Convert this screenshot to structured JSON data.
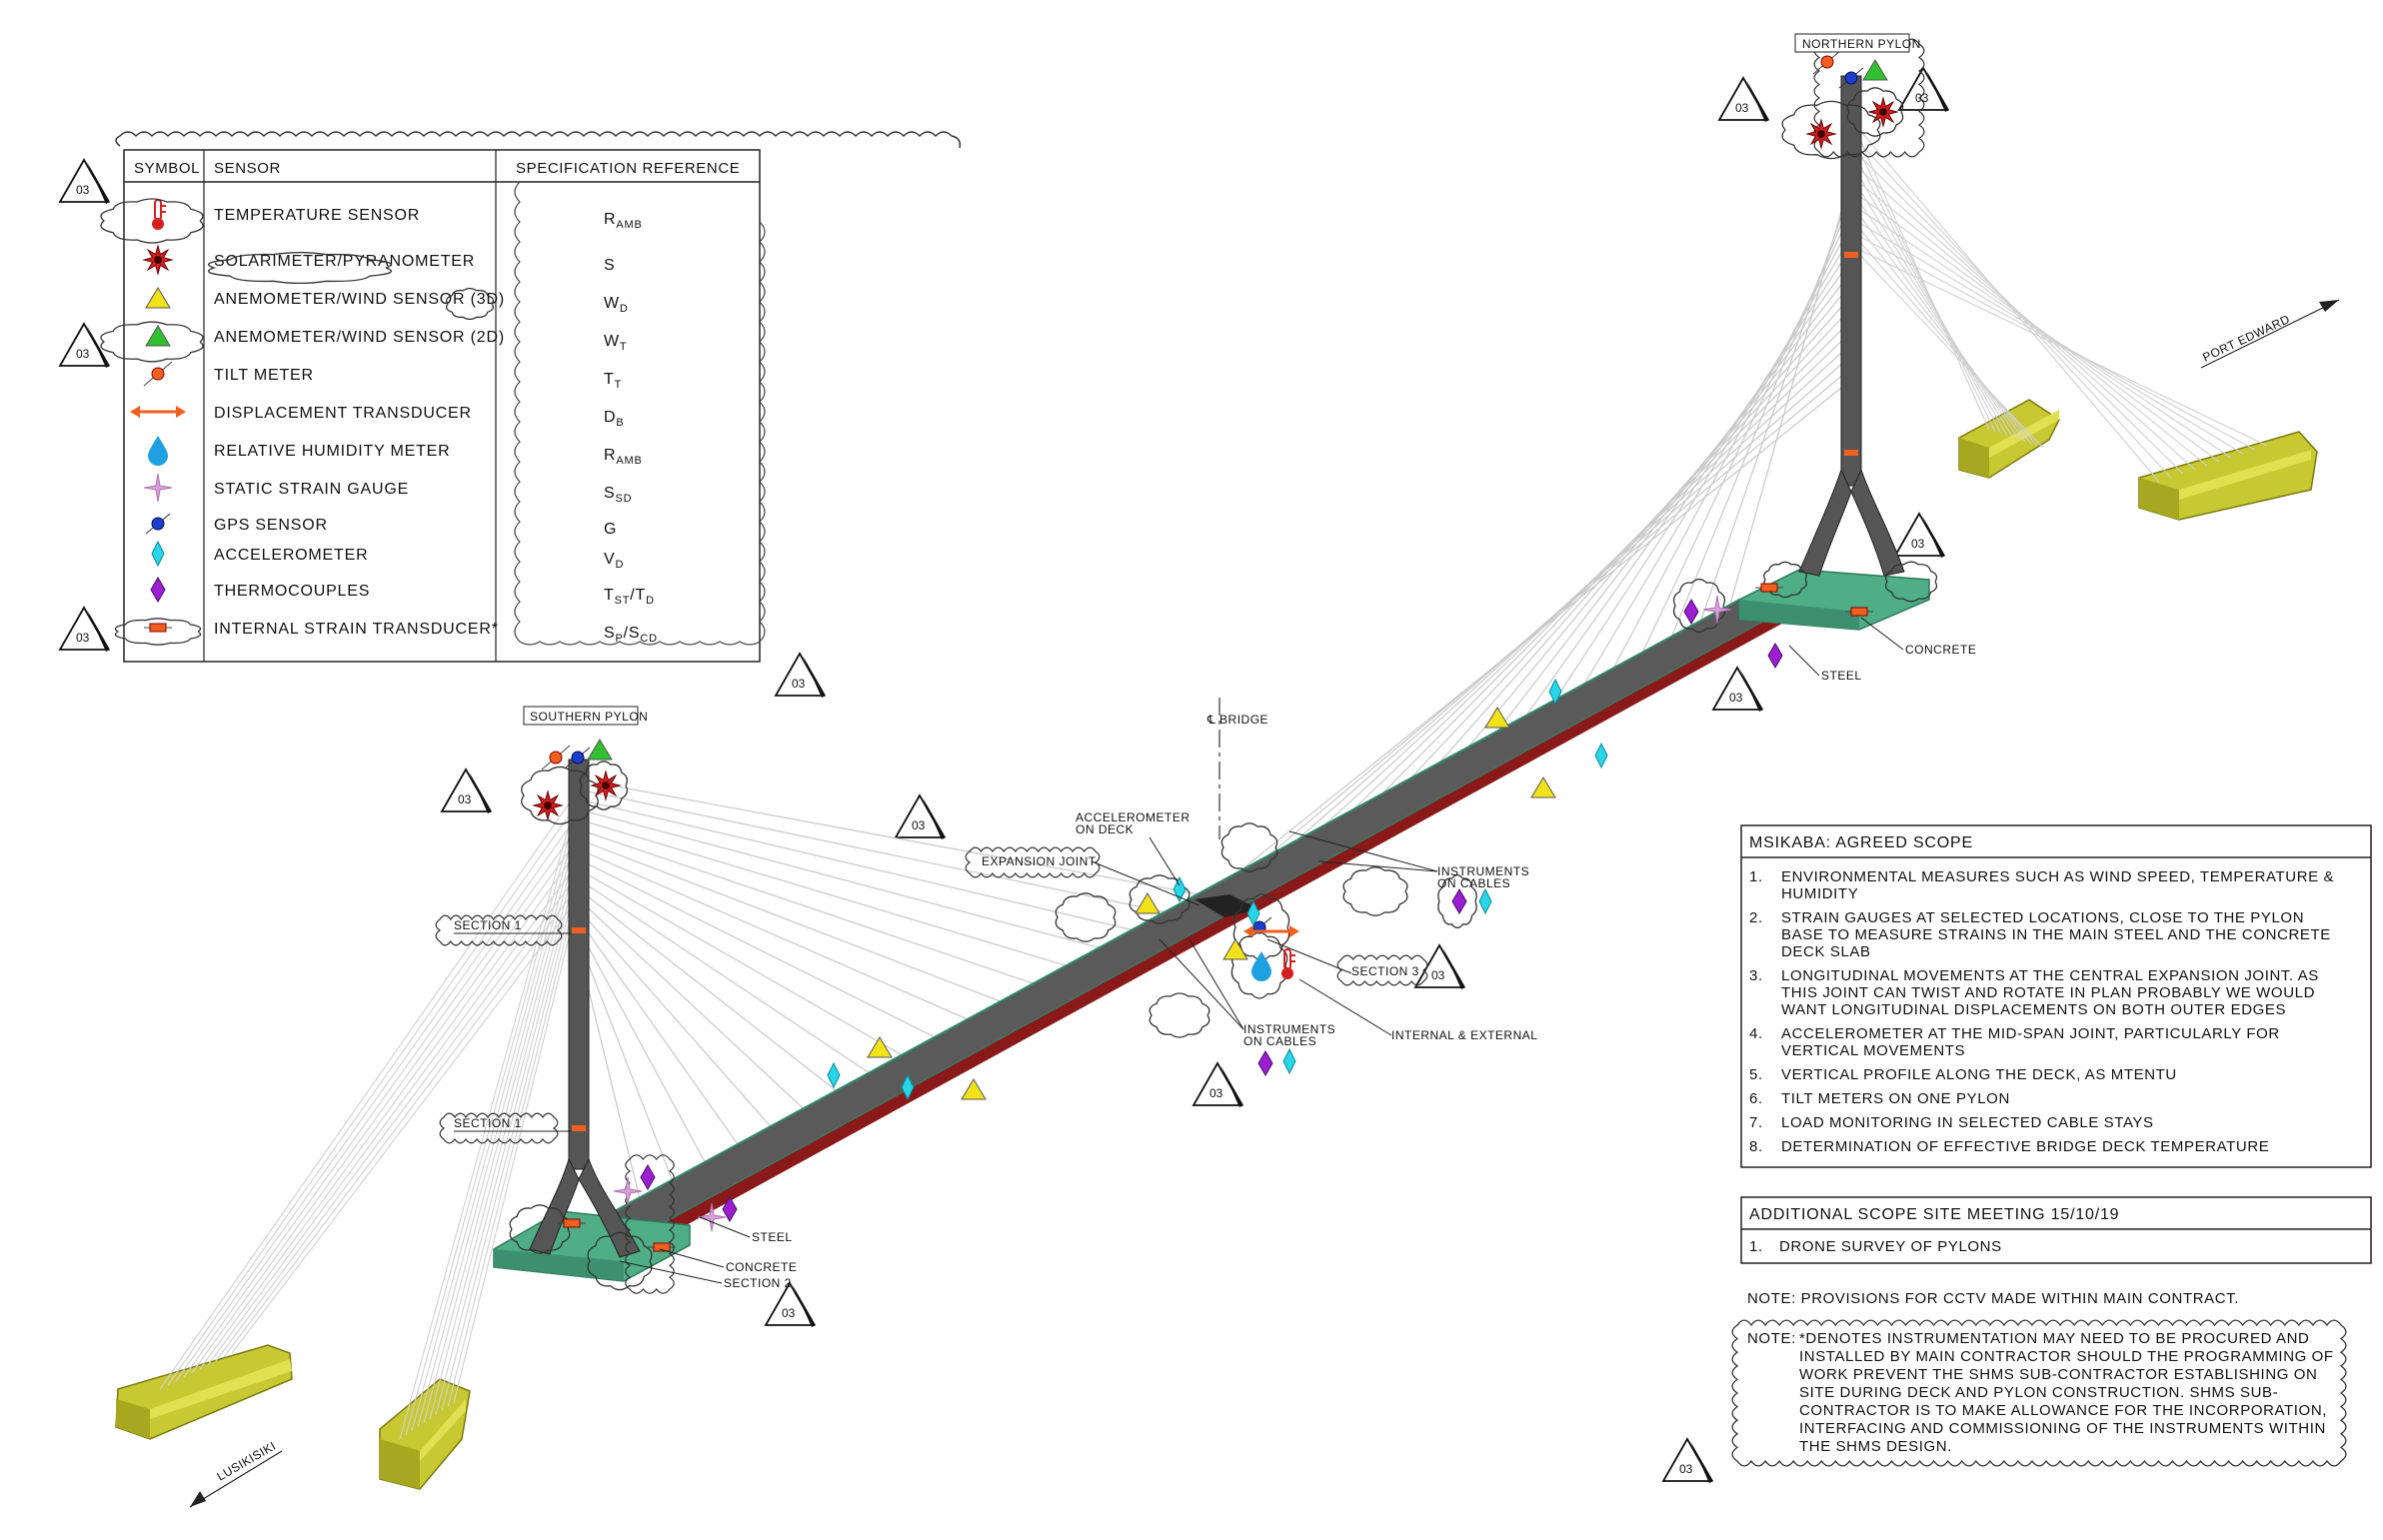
{
  "legend": {
    "headers": {
      "symbol": "SYMBOL",
      "sensor": "SENSOR",
      "spec": "SPECIFICATION REFERENCE"
    },
    "rows": [
      {
        "icon": "temperature-icon",
        "sensor": "TEMPERATURE SENSOR",
        "spec": "R",
        "sub": "AMB"
      },
      {
        "icon": "solarimeter-icon",
        "sensor": "SOLARIMETER/PYRANOMETER",
        "spec": "S",
        "sub": ""
      },
      {
        "icon": "anemometer-3d-icon",
        "sensor": "ANEMOMETER/WIND SENSOR (3D)",
        "spec": "W",
        "sub": "D"
      },
      {
        "icon": "anemometer-2d-icon",
        "sensor": "ANEMOMETER/WIND SENSOR (2D)",
        "spec": "W",
        "sub": "T"
      },
      {
        "icon": "tilt-meter-icon",
        "sensor": "TILT METER",
        "spec": "T",
        "sub": "T"
      },
      {
        "icon": "displacement-icon",
        "sensor": "DISPLACEMENT TRANSDUCER",
        "spec": "D",
        "sub": "B"
      },
      {
        "icon": "humidity-icon",
        "sensor": "RELATIVE HUMIDITY METER",
        "spec": "R",
        "sub": "AMB"
      },
      {
        "icon": "strain-gauge-icon",
        "sensor": "STATIC STRAIN GAUGE",
        "spec": "S",
        "sub": "SD"
      },
      {
        "icon": "gps-icon",
        "sensor": "GPS SENSOR",
        "spec": "G",
        "sub": ""
      },
      {
        "icon": "accelerometer-icon",
        "sensor": "ACCELEROMETER",
        "spec": "V",
        "sub": "D"
      },
      {
        "icon": "thermocouple-icon",
        "sensor": "THERMOCOUPLES",
        "spec": "T",
        "sub": "ST",
        "spec2": "/T",
        "sub2": "D"
      },
      {
        "icon": "internal-strain-icon",
        "sensor": "INTERNAL STRAIN TRANSDUCER*",
        "spec": "S",
        "sub": "P",
        "spec2": "/S",
        "sub2": "CD"
      }
    ]
  },
  "revision_tag": "03",
  "labels": {
    "northern_pylon": "NORTHERN PYLON",
    "southern_pylon": "SOUTHERN PYLON",
    "port_edward": "PORT EDWARD",
    "lusikisiki": "LUSIKISIKI",
    "bridge_cl": "℄ BRIDGE",
    "accel_on_deck_1": "ACCELEROMETER",
    "accel_on_deck_2": "ON DECK",
    "expansion_joint": "EXPANSION JOINT",
    "instruments_cables_1a": "INSTRUMENTS",
    "instruments_cables_1b": "ON CABLES",
    "instruments_cables_2a": "INSTRUMENTS",
    "instruments_cables_2b": "ON CABLES",
    "section_3": "SECTION 3",
    "internal_external": "INTERNAL & EXTERNAL",
    "section_1a": "SECTION 1",
    "section_1b": "SECTION 1",
    "steel_south": "STEEL",
    "concrete_south": "CONCRETE",
    "section_2": "SECTION 2",
    "steel_north": "STEEL",
    "concrete_north": "CONCRETE"
  },
  "scope": {
    "title": "MSIKABA: AGREED SCOPE",
    "items": [
      {
        "n": "1.",
        "lines": [
          "ENVIRONMENTAL MEASURES SUCH AS WIND SPEED, TEMPERATURE &",
          "HUMIDITY"
        ]
      },
      {
        "n": "2.",
        "lines": [
          "STRAIN GAUGES AT SELECTED LOCATIONS, CLOSE TO THE PYLON",
          "BASE TO MEASURE STRAINS IN THE MAIN STEEL AND THE CONCRETE",
          "DECK SLAB"
        ]
      },
      {
        "n": "3.",
        "lines": [
          "LONGITUDINAL MOVEMENTS AT THE CENTRAL EXPANSION JOINT. AS",
          "THIS JOINT CAN TWIST AND ROTATE IN PLAN PROBABLY WE WOULD",
          "WANT LONGITUDINAL DISPLACEMENTS ON BOTH OUTER EDGES"
        ]
      },
      {
        "n": "4.",
        "lines": [
          "ACCELEROMETER AT THE MID-SPAN JOINT, PARTICULARLY FOR",
          "VERTICAL MOVEMENTS"
        ]
      },
      {
        "n": "5.",
        "lines": [
          "VERTICAL PROFILE ALONG THE DECK, AS MTENTU"
        ]
      },
      {
        "n": "6.",
        "lines": [
          "TILT METERS ON ONE PYLON"
        ]
      },
      {
        "n": "7.",
        "lines": [
          "LOAD MONITORING IN SELECTED CABLE STAYS"
        ]
      },
      {
        "n": "8.",
        "lines": [
          "DETERMINATION OF EFFECTIVE BRIDGE DECK TEMPERATURE"
        ]
      }
    ]
  },
  "additional": {
    "title": "ADDITIONAL SCOPE SITE MEETING 15/10/19",
    "items": [
      {
        "n": "1.",
        "text": "DRONE SURVEY OF PYLONS"
      }
    ]
  },
  "notes": {
    "cctv": "NOTE: PROVISIONS FOR CCTV MADE WITHIN MAIN CONTRACT.",
    "prefix": "NOTE:",
    "lines": [
      "*DENOTES INSTRUMENTATION MAY NEED TO BE PROCURED AND",
      "INSTALLED BY MAIN CONTRACTOR SHOULD THE PROGRAMMING OF",
      "WORK PREVENT THE SHMS SUB-CONTRACTOR ESTABLISHING ON",
      "SITE DURING DECK AND PYLON CONSTRUCTION. SHMS SUB-",
      "CONTRACTOR IS TO MAKE ALLOWANCE FOR THE INCORPORATION,",
      "INTERFACING AND COMMISSIONING OF THE INSTRUMENTS WITHIN",
      "THE SHMS DESIGN."
    ]
  },
  "colors": {
    "deck": "#5a5a5a",
    "deck_edge": "#2d8a6a",
    "base": "#4fae86",
    "pylon": "#555555",
    "red": "#d42020",
    "yellow": "#f2e21a",
    "green": "#30c030",
    "cyan": "#29d6e8",
    "purple": "#9b1fd1",
    "blue": "#1d3ec9",
    "orange": "#f06020",
    "abutment": "#c8c832",
    "cable": "#c8c8c8"
  }
}
